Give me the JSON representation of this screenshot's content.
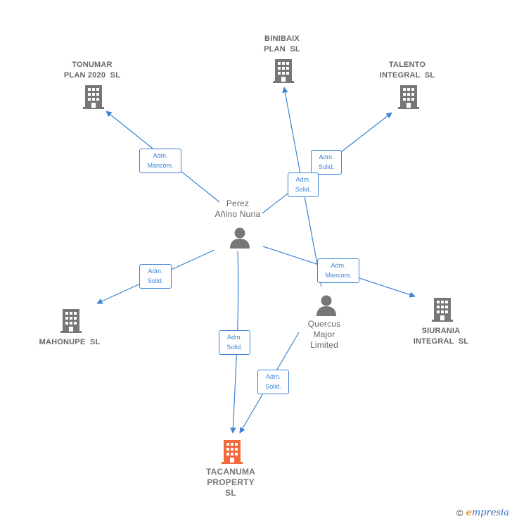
{
  "colors": {
    "edge": "#3d84d6",
    "node": "#777777",
    "main_node": "#f26a3b"
  },
  "nodes": {
    "tonumar": {
      "line1": "TONUMAR",
      "line2": "PLAN 2020  SL"
    },
    "binibaix": {
      "line1": "BINIBAIX",
      "line2": "PLAN  SL"
    },
    "talento": {
      "line1": "TALENTO",
      "line2": "INTEGRAL  SL"
    },
    "perez": {
      "line1": "Perez",
      "line2": "Añino Nuria"
    },
    "mahonupe": {
      "line1": "MAHONUPE  SL"
    },
    "quercus": {
      "line1": "Quercus",
      "line2": "Major",
      "line3": "Limited"
    },
    "siurania": {
      "line1": "SIURANIA",
      "line2": "INTEGRAL  SL"
    },
    "tacanuma": {
      "line1": "TACANUMA",
      "line2": "PROPERTY",
      "line3": "SL"
    }
  },
  "relations": {
    "perez_tonumar": {
      "line1": "Adm.",
      "line2": "Mancom."
    },
    "quercus_binibaix": {
      "line1": "Adm.",
      "line2": "Solid."
    },
    "perez_talento": {
      "line1": "Adm.",
      "line2": "Solid."
    },
    "perez_mahonupe": {
      "line1": "Adm.",
      "line2": "Solid."
    },
    "perez_siurania": {
      "line1": "Adm.",
      "line2": "Mancom."
    },
    "perez_tacanuma": {
      "line1": "Adm.",
      "line2": "Solid."
    },
    "quercus_tacanuma": {
      "line1": "Adm.",
      "line2": "Solid."
    }
  },
  "footer": {
    "copyright": "©",
    "brand_initial": "e",
    "brand_rest": "mpresia"
  }
}
